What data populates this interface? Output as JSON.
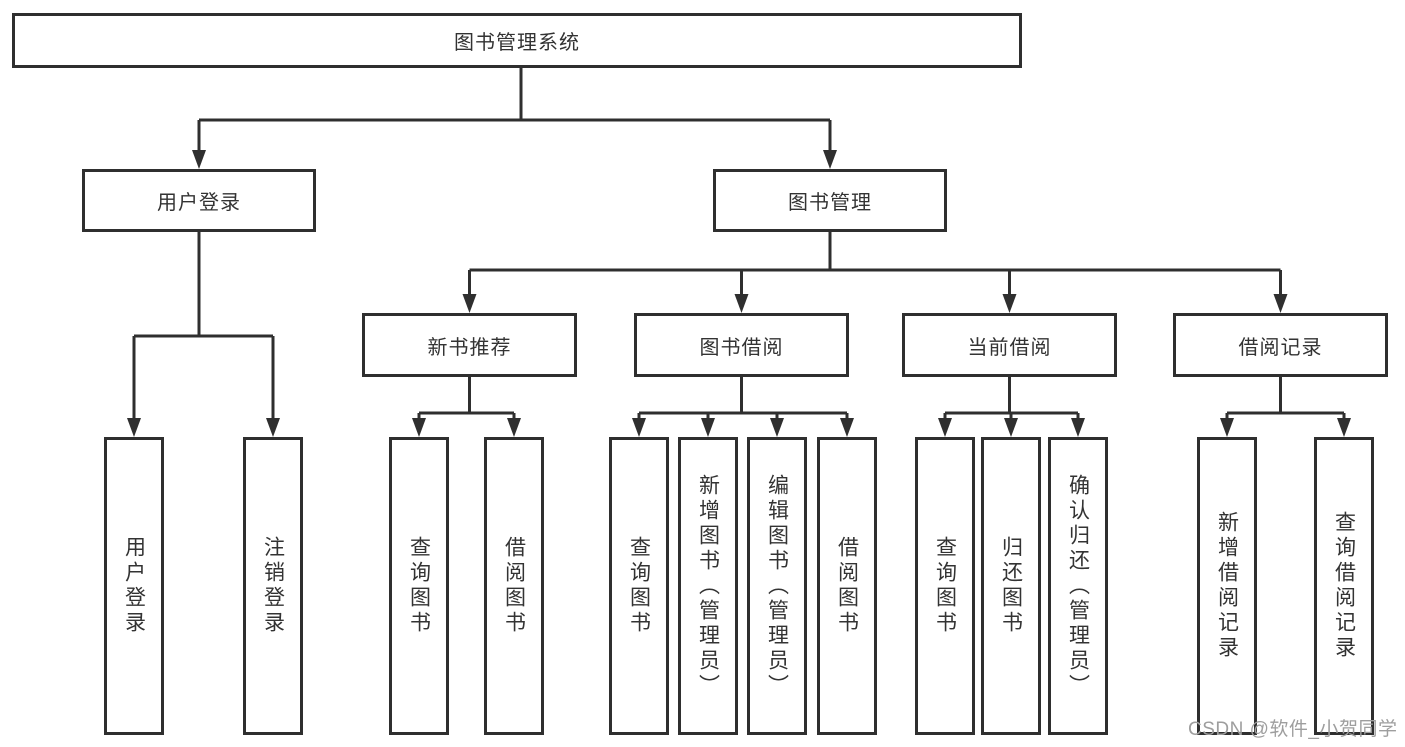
{
  "colors": {
    "line": "#2f2f2f",
    "text": "#333333",
    "background": "#ffffff",
    "watermark": "#9e9e9e"
  },
  "watermark": "CSDN @软件_小贺同学",
  "tree": {
    "root": {
      "label": "图书管理系统"
    },
    "branches": [
      {
        "label": "用户登录",
        "children": [
          {
            "label": "用户登录"
          },
          {
            "label": "注销登录"
          }
        ]
      },
      {
        "label": "图书管理",
        "groups": [
          {
            "label": "新书推荐",
            "children": [
              {
                "label": "查询图书"
              },
              {
                "label": "借阅图书"
              }
            ]
          },
          {
            "label": "图书借阅",
            "children": [
              {
                "label": "查询图书"
              },
              {
                "label": "新增图书（管理员）"
              },
              {
                "label": "编辑图书（管理员）"
              },
              {
                "label": "借阅图书"
              }
            ]
          },
          {
            "label": "当前借阅",
            "children": [
              {
                "label": "查询图书"
              },
              {
                "label": "归还图书"
              },
              {
                "label": "确认归还（管理员）"
              }
            ]
          },
          {
            "label": "借阅记录",
            "children": [
              {
                "label": "新增借阅记录"
              },
              {
                "label": "查询借阅记录"
              }
            ]
          }
        ]
      }
    ]
  }
}
